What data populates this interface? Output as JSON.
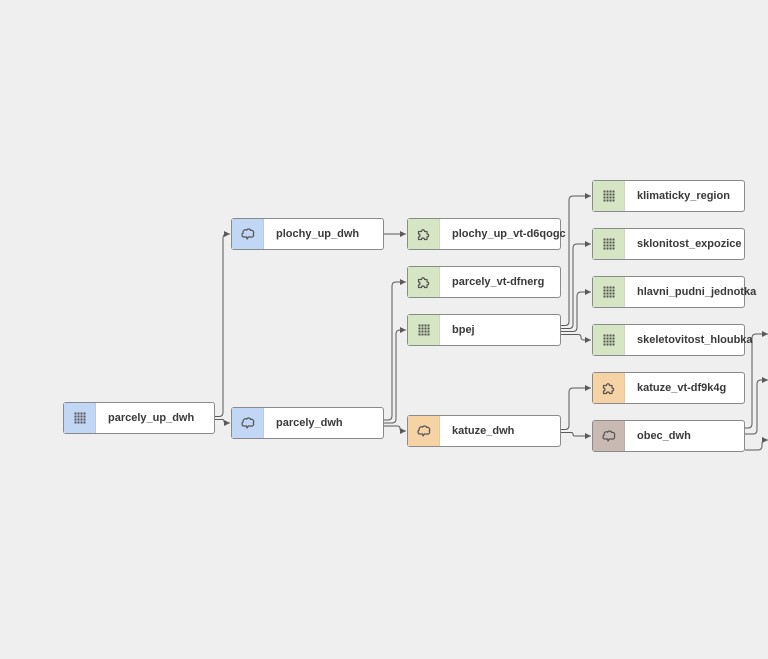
{
  "colors": {
    "blue": "#c2d6f5",
    "green": "#d6e6c4",
    "orange": "#f6d3a5",
    "taupe": "#c8b9b2"
  },
  "nodes": [
    {
      "id": "parcely_up_dwh",
      "label": "parcely_up_dwh",
      "icon": "grid-icon",
      "color": "blue"
    },
    {
      "id": "plochy_up_dwh",
      "label": "plochy_up_dwh",
      "icon": "brain-icon",
      "color": "blue"
    },
    {
      "id": "parcely_dwh",
      "label": "parcely_dwh",
      "icon": "brain-icon",
      "color": "blue"
    },
    {
      "id": "plochy_up_vt",
      "label": "plochy_up_vt-d6qogc",
      "icon": "puzzle-icon",
      "color": "green"
    },
    {
      "id": "parcely_vt",
      "label": "parcely_vt-dfnerg",
      "icon": "puzzle-icon",
      "color": "green"
    },
    {
      "id": "bpej",
      "label": "bpej",
      "icon": "grid-icon",
      "color": "green"
    },
    {
      "id": "katuze_dwh",
      "label": "katuze_dwh",
      "icon": "brain-icon",
      "color": "orange"
    },
    {
      "id": "klimaticky_region",
      "label": "klimaticky_region",
      "icon": "grid-icon",
      "color": "green"
    },
    {
      "id": "sklonitost_expozice",
      "label": "sklonitost_expozice",
      "icon": "grid-icon",
      "color": "green"
    },
    {
      "id": "hlavni_pudni_jednotka",
      "label": "hlavni_pudni_jednotka",
      "icon": "grid-icon",
      "color": "green"
    },
    {
      "id": "skeletovitost_hloubka",
      "label": "skeletovitost_hloubka",
      "icon": "grid-icon",
      "color": "green"
    },
    {
      "id": "katuze_vt",
      "label": "katuze_vt-df9k4g",
      "icon": "puzzle-icon",
      "color": "orange"
    },
    {
      "id": "obec_dwh",
      "label": "obec_dwh",
      "icon": "brain-icon",
      "color": "taupe"
    }
  ],
  "edges": [
    [
      "parcely_up_dwh",
      "plochy_up_dwh"
    ],
    [
      "parcely_up_dwh",
      "parcely_dwh"
    ],
    [
      "plochy_up_dwh",
      "plochy_up_vt"
    ],
    [
      "parcely_dwh",
      "parcely_vt"
    ],
    [
      "parcely_dwh",
      "bpej"
    ],
    [
      "parcely_dwh",
      "katuze_dwh"
    ],
    [
      "bpej",
      "klimaticky_region"
    ],
    [
      "bpej",
      "sklonitost_expozice"
    ],
    [
      "bpej",
      "hlavni_pudni_jednotka"
    ],
    [
      "bpej",
      "skeletovitost_hloubka"
    ],
    [
      "katuze_dwh",
      "katuze_vt"
    ],
    [
      "katuze_dwh",
      "obec_dwh"
    ]
  ],
  "offscreen_edges_from": [
    "obec_dwh",
    "obec_dwh",
    "obec_dwh"
  ]
}
